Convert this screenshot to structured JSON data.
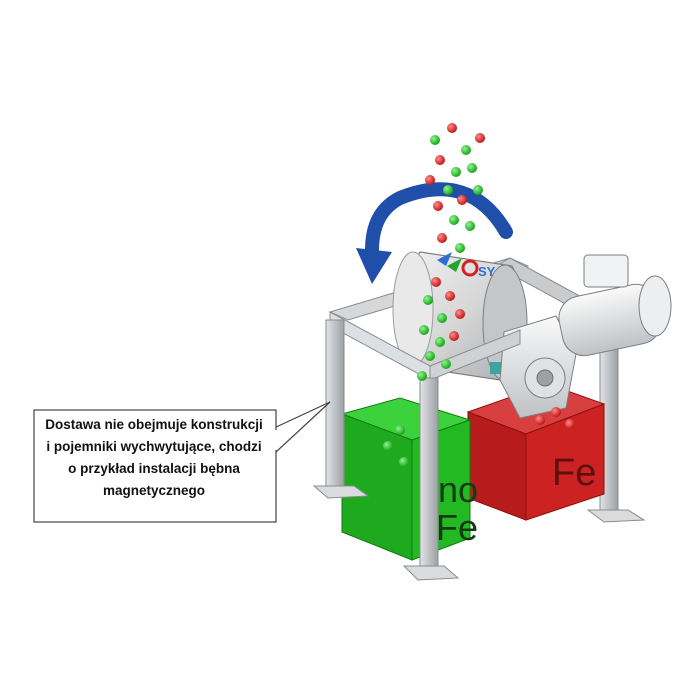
{
  "callout": {
    "lines": [
      "Dostawa nie obejmuje konstrukcji",
      "i pojemniki wychwytujące, chodzi",
      "o przykład instalacji bębna",
      "magnetycznego"
    ]
  },
  "bins": {
    "nonferrous_label_line1": "no",
    "nonferrous_label_line2": "Fe",
    "ferrous_label": "Fe"
  },
  "drum": {
    "logo_text": "SY"
  },
  "colors": {
    "nonferrous_bin": "#22b622",
    "ferrous_bin": "#c61d1d",
    "rotation_arrow": "#1f4fa8",
    "frame": "#c8cacc",
    "motor": "#e8eaec"
  },
  "icons": [
    "rotation-arrow-icon",
    "logo-icon"
  ]
}
